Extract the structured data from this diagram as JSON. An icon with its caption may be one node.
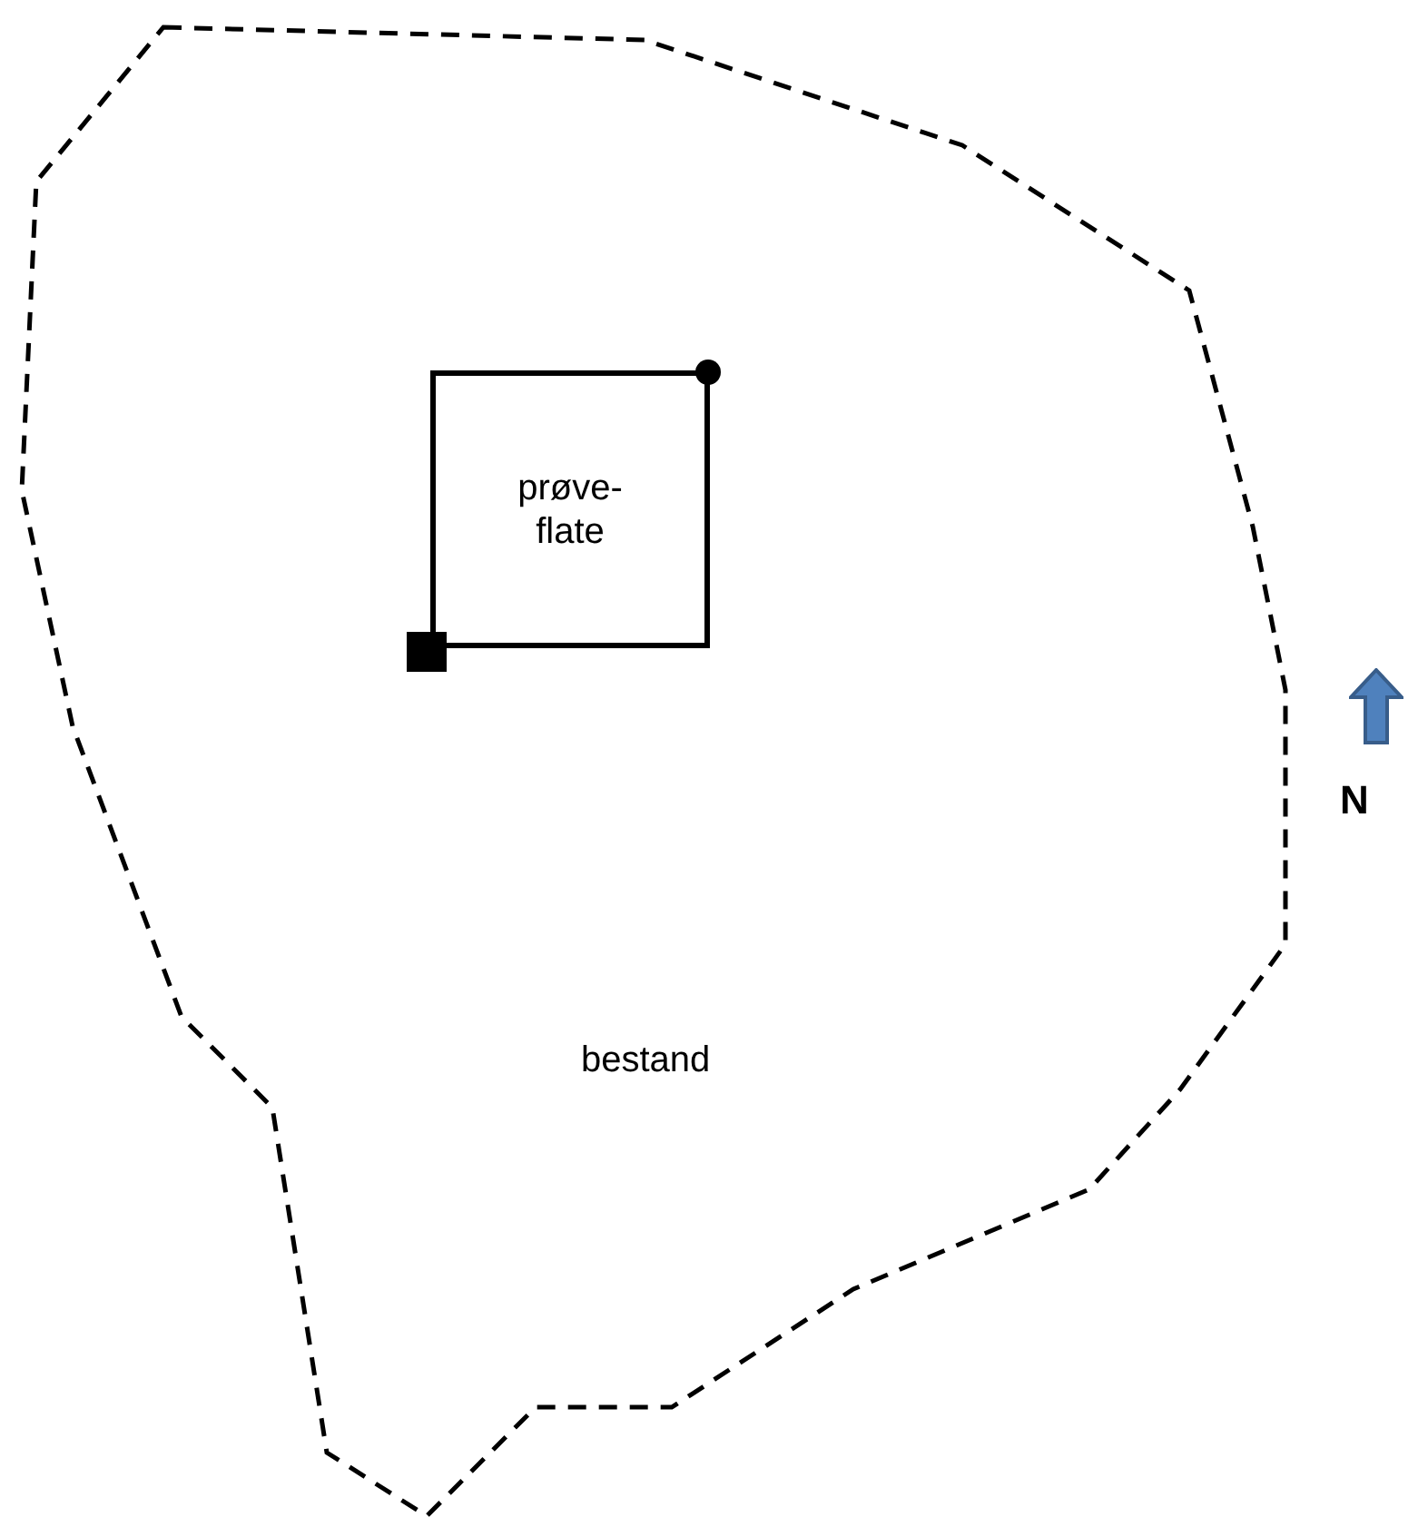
{
  "diagram": {
    "nodes": [
      {
        "text": [
          "bestand"
        ]
      },
      {
        "text": [
          "prøve- flate"
        ],
        "in": 0
      }
    ],
    "labels": [
      "N"
    ]
  }
}
